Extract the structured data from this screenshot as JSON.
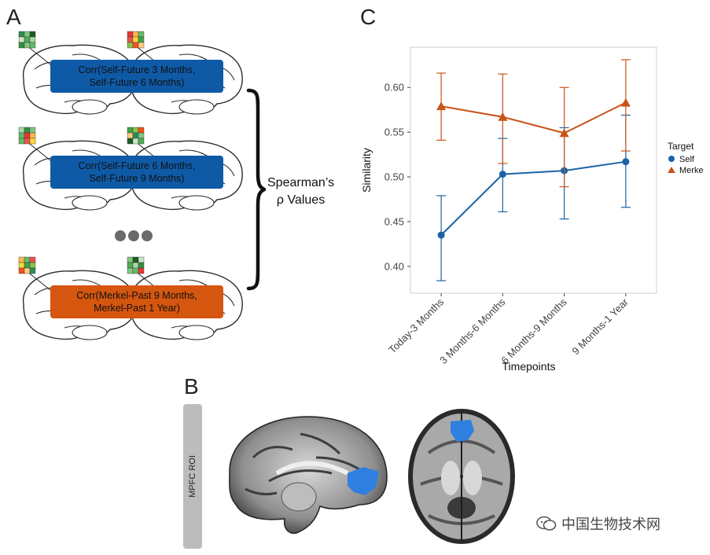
{
  "panels": {
    "a": "A",
    "b": "B",
    "c": "C"
  },
  "panel_a": {
    "rows": [
      {
        "line1": "Corr(Self-Future 3 Months,",
        "line2": "Self-Future 6 Months)",
        "color": "#0f5aa6"
      },
      {
        "line1": "Corr(Self-Future 6 Months,",
        "line2": "Self-Future 9 Months)",
        "color": "#0f5aa6"
      },
      {
        "line1": "Corr(Merkel-Past 9 Months,",
        "line2": "Merkel-Past 1 Year)",
        "color": "#d4560f"
      }
    ],
    "summary_line1": "Spearman’s",
    "summary_line2": "ρ Values"
  },
  "panel_b": {
    "roi_label": "MPFC ROI",
    "roi_color": "#2f7fe0"
  },
  "chart_data": {
    "type": "line",
    "categories": [
      "Today-3 Months",
      "3 Months-6 Months",
      "6 Months-9 Months",
      "9 Months-1 Year"
    ],
    "xlabel": "Timepoints",
    "ylabel": "Similarity",
    "ylim": [
      0.37,
      0.645
    ],
    "yticks": [
      "0.40",
      "0.45",
      "0.50",
      "0.55",
      "0.60"
    ],
    "legend_title": "Target",
    "legend_position": "right",
    "grid": false,
    "series": [
      {
        "name": "Self",
        "marker": "circle",
        "color": "#1a63a8",
        "values": [
          0.435,
          0.503,
          0.507,
          0.517
        ],
        "err_low": [
          0.384,
          0.461,
          0.453,
          0.466
        ],
        "err_high": [
          0.479,
          0.543,
          0.555,
          0.569
        ]
      },
      {
        "name": "Merkel",
        "marker": "triangle",
        "color": "#c9541a",
        "values": [
          0.579,
          0.567,
          0.549,
          0.583
        ],
        "err_low": [
          0.541,
          0.515,
          0.489,
          0.529
        ],
        "err_high": [
          0.616,
          0.615,
          0.6,
          0.631
        ]
      }
    ]
  },
  "watermark": {
    "text": "中国生物技术网"
  }
}
